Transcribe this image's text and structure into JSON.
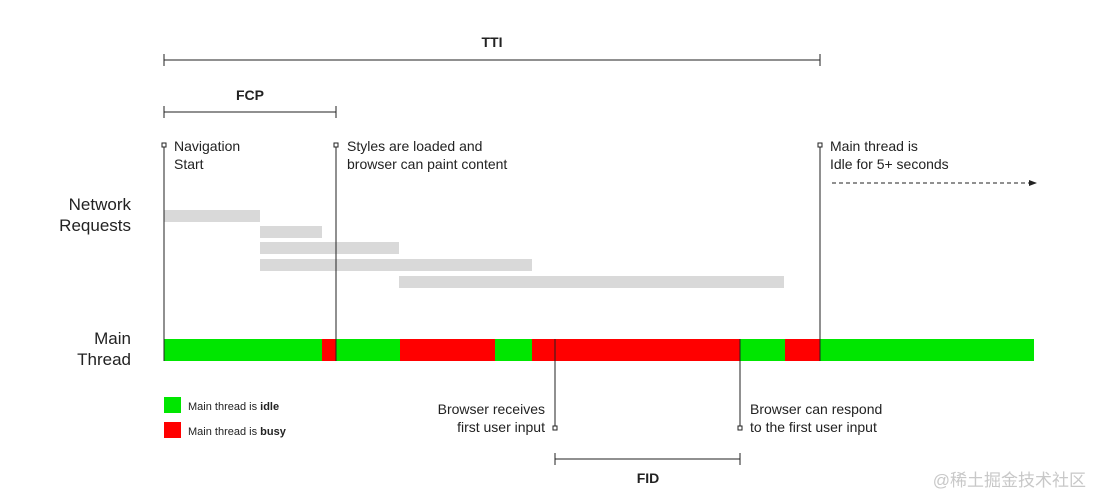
{
  "spans": {
    "tti": "TTI",
    "fcp": "FCP",
    "fid": "FID"
  },
  "markers": {
    "navigation": [
      "Navigation",
      "Start"
    ],
    "styles": [
      "Styles are loaded and",
      "browser can paint content"
    ],
    "idle": [
      "Main thread is",
      "Idle for 5+ seconds"
    ],
    "input": [
      "Browser receives",
      "first user input"
    ],
    "respond": [
      "Browser can respond",
      "to the first user input"
    ]
  },
  "rows": {
    "network": [
      "Network",
      "Requests"
    ],
    "main": [
      "Main",
      "Thread"
    ]
  },
  "legend": {
    "idle_prefix": "Main thread is ",
    "idle_bold": "idle",
    "busy_prefix": "Main thread is ",
    "busy_bold": "busy"
  },
  "colors": {
    "idle": "#00e600",
    "busy": "#ff0000",
    "request": "#d9d9d9"
  },
  "watermark": "@稀土掘金技术社区"
}
